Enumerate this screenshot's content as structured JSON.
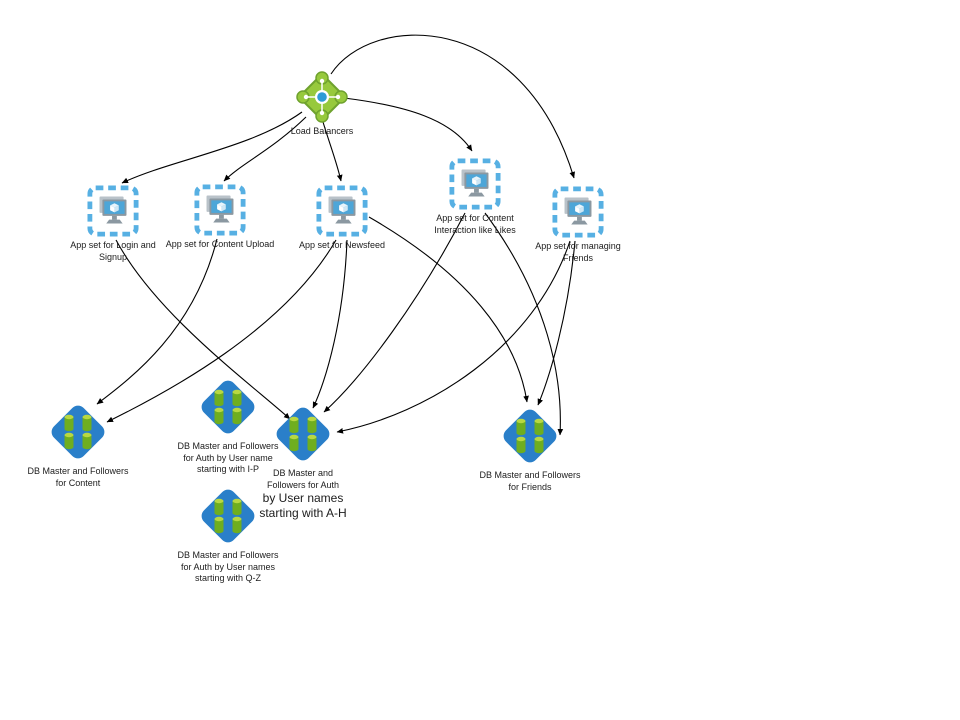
{
  "diagram": {
    "nodes": {
      "load_balancer": {
        "label": "Load Balancers",
        "icon": "load-balancer-icon"
      },
      "app_login": {
        "label": "App set for Login and Signup",
        "icon": "app-set-icon"
      },
      "app_upload": {
        "label": "App set for Content Upload",
        "icon": "app-set-icon"
      },
      "app_newsfeed": {
        "label": "App set for Newsfeed",
        "icon": "app-set-icon"
      },
      "app_interaction": {
        "label": "App set for Content Interaction like Likes",
        "icon": "app-set-icon"
      },
      "app_friends": {
        "label": "App set for managing Friends",
        "icon": "app-set-icon"
      },
      "db_content": {
        "label": "DB Master and Followers for Content",
        "icon": "database-shard-icon"
      },
      "db_auth_ip": {
        "label": "DB Master and Followers for Auth by User name starting with I-P",
        "icon": "database-shard-icon"
      },
      "db_auth_ah": {
        "label_small": "DB Master and Followers for Auth",
        "label_large": "by User names starting with A-H",
        "icon": "database-shard-icon"
      },
      "db_auth_qz": {
        "label": "DB Master and Followers for Auth by User names starting with Q-Z",
        "icon": "database-shard-icon"
      },
      "db_friends": {
        "label": "DB Master and Followers for Friends",
        "icon": "database-shard-icon"
      }
    },
    "edges": [
      {
        "from": "load_balancer",
        "to": "app_login"
      },
      {
        "from": "load_balancer",
        "to": "app_upload"
      },
      {
        "from": "load_balancer",
        "to": "app_newsfeed"
      },
      {
        "from": "load_balancer",
        "to": "app_interaction"
      },
      {
        "from": "load_balancer",
        "to": "app_friends"
      },
      {
        "from": "app_login",
        "to": "db_auth_ah"
      },
      {
        "from": "app_upload",
        "to": "db_content"
      },
      {
        "from": "app_newsfeed",
        "to": "db_content"
      },
      {
        "from": "app_newsfeed",
        "to": "db_auth_ah"
      },
      {
        "from": "app_newsfeed",
        "to": "db_friends"
      },
      {
        "from": "app_interaction",
        "to": "db_auth_ah"
      },
      {
        "from": "app_interaction",
        "to": "db_friends"
      },
      {
        "from": "app_friends",
        "to": "db_friends"
      },
      {
        "from": "app_friends",
        "to": "db_auth_ah"
      }
    ],
    "colors": {
      "load_balancer_green": "#97c93d",
      "load_balancer_border": "#6fa22e",
      "app_set_dashed_blue": "#57b0e3",
      "monitor_screen_blue": "#4da6d8",
      "db_diamond_blue": "#2a7fc9",
      "cylinder_green": "#6fae1f",
      "cylinder_top_green": "#b8d842",
      "arrow_black": "#000000",
      "background": "#ffffff"
    }
  }
}
